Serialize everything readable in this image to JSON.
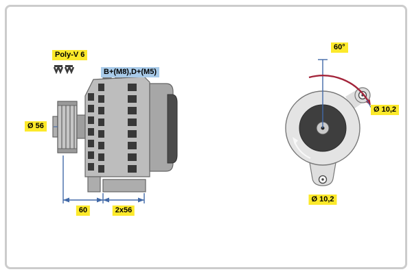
{
  "diagram": {
    "type": "technical-part-drawing",
    "views": {
      "side": {
        "belt_label": "Poly-V 6",
        "terminals_label": "B+(M8),D+(M5)",
        "pulley_diameter": "Ø 56",
        "dim_pulley_to_foot": "60",
        "dim_mounting": "2x56"
      },
      "front": {
        "mounting_angle": "60°",
        "hole_top_right": "Ø 10,2",
        "hole_bottom": "Ø 10,2"
      }
    }
  },
  "icons": {
    "belt_icon": "poly-v-ribbed-belt"
  },
  "colors": {
    "highlight_yellow": "#fce92b",
    "highlight_blue": "#a9cbe9",
    "dimension_blue": "#4169a8",
    "arrow_red": "#a3243a",
    "frame_border": "#cccccc",
    "drawing_dark": "#3e3e3e"
  }
}
